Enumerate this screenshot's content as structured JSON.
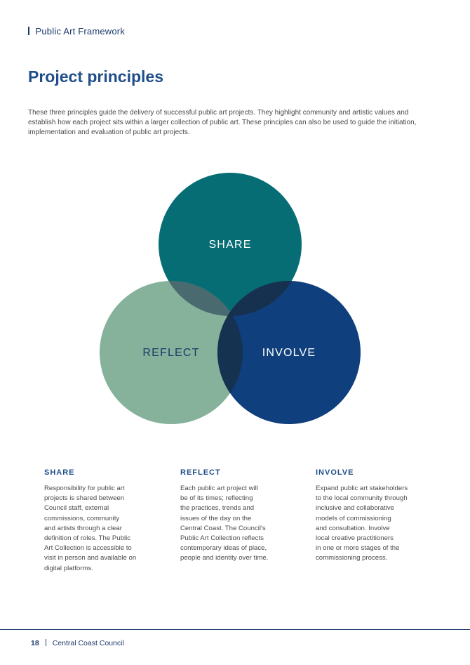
{
  "header": {
    "title": "Public Art Framework"
  },
  "page": {
    "heading": "Project principles",
    "intro": "These three principles guide the delivery of successful public art projects. They highlight community and artistic values and establish how each project sits within a larger collection of public art. These principles can also be used to guide the initiation, implementation and evaluation of public art projects."
  },
  "diagram": {
    "circles": [
      {
        "label": "SHARE",
        "color": "#066d75"
      },
      {
        "label": "REFLECT",
        "color": "#86b19b"
      },
      {
        "label": "INVOLVE",
        "color": "#0f3f7c"
      }
    ],
    "overlap_color": "#17304a"
  },
  "principles": [
    {
      "title": "SHARE",
      "text": "Responsibility for public art\nprojects is shared between\nCouncil staff, external\ncommissions, community\nand artists through a clear\ndefinition of roles. The Public\nArt Collection is accessible to\nvisit in person and available on\ndigital platforms."
    },
    {
      "title": "REFLECT",
      "text": "Each public art project will\nbe of its times; reflecting\nthe practices, trends and\nissues of the day on the\nCentral Coast. The Council's\nPublic Art Collection reflects\ncontemporary ideas of place,\npeople and identity over time."
    },
    {
      "title": "INVOLVE",
      "text": "Expand public art stakeholders\nto the local community through\ninclusive and collaborative\nmodels of commissioning\nand consultation. Involve\nlocal creative practitioners\nin one or more stages of the\ncommissioning process."
    }
  ],
  "footer": {
    "page_number": "18",
    "organisation": "Central Coast Council"
  },
  "colors": {
    "primary": "#1f4e8a",
    "dark": "#1d3a6b",
    "body_text": "#4a4a4a"
  }
}
